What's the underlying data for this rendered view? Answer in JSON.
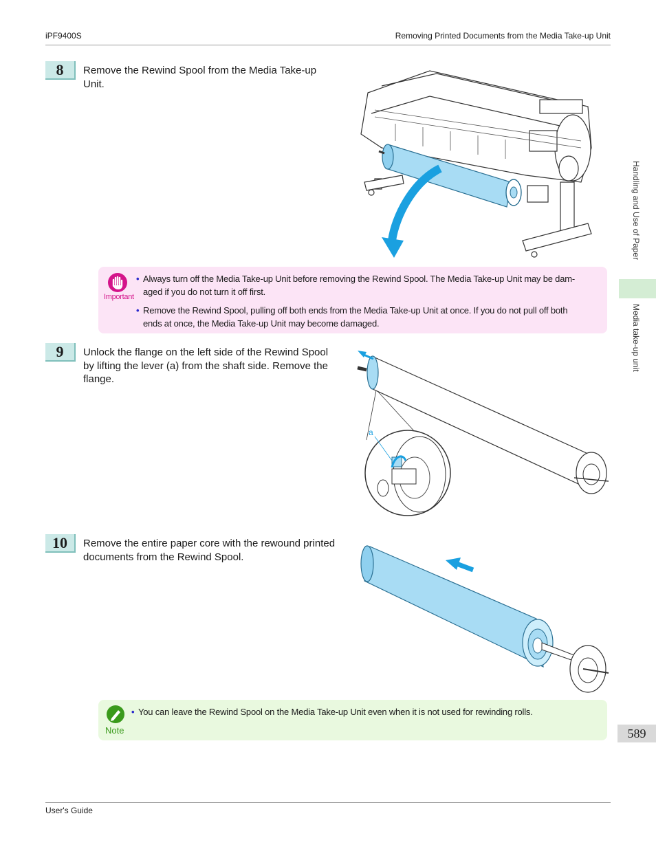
{
  "header": {
    "left": "iPF9400S",
    "right": "Removing Printed Documents from the Media Take-up Unit"
  },
  "side_tabs": {
    "section": "Handling and Use of Paper",
    "subsection": "Media take-up unit"
  },
  "page_number": "589",
  "footer": {
    "left": "User's Guide"
  },
  "steps": [
    {
      "number": "8",
      "lines": [
        "Remove the Rewind Spool from the Media Take-up",
        "Unit."
      ]
    },
    {
      "number": "9",
      "lines": [
        "Unlock the flange on the left side of the Rewind Spool",
        "by lifting the lever (a) from the shaft side. Remove the",
        "flange."
      ]
    },
    {
      "number": "10",
      "lines": [
        "Remove the entire paper core with the rewound printed",
        "documents from the Rewind Spool."
      ]
    }
  ],
  "important": {
    "label": "Important",
    "items": [
      {
        "lines": [
          "Always turn off the Media Take-up Unit before removing the Rewind Spool. The Media Take-up Unit may be dam-",
          "aged if you do not turn it off first."
        ]
      },
      {
        "lines": [
          "Remove the Rewind Spool, pulling off both ends from the Media Take-up Unit at once. If you do not pull off both",
          "ends at once, the Media Take-up Unit may become damaged."
        ]
      }
    ]
  },
  "note": {
    "label": "Note",
    "items": [
      {
        "lines": [
          "You can leave the Rewind Spool on the Media Take-up Unit even when it is not used for rewinding rolls."
        ]
      }
    ]
  },
  "figure_labels": {
    "lever": "a"
  },
  "colors": {
    "step_badge": "#cbe9e7",
    "important_bg": "#fce4f6",
    "important_accent": "#d4148a",
    "note_bg": "#e9f9df",
    "note_accent": "#3a9a1c",
    "spool_blue": "#a8dcf4",
    "arrow_blue": "#1aa0e0"
  },
  "icons": {
    "important": "hand-stop-icon",
    "note": "pencil-check-icon"
  }
}
